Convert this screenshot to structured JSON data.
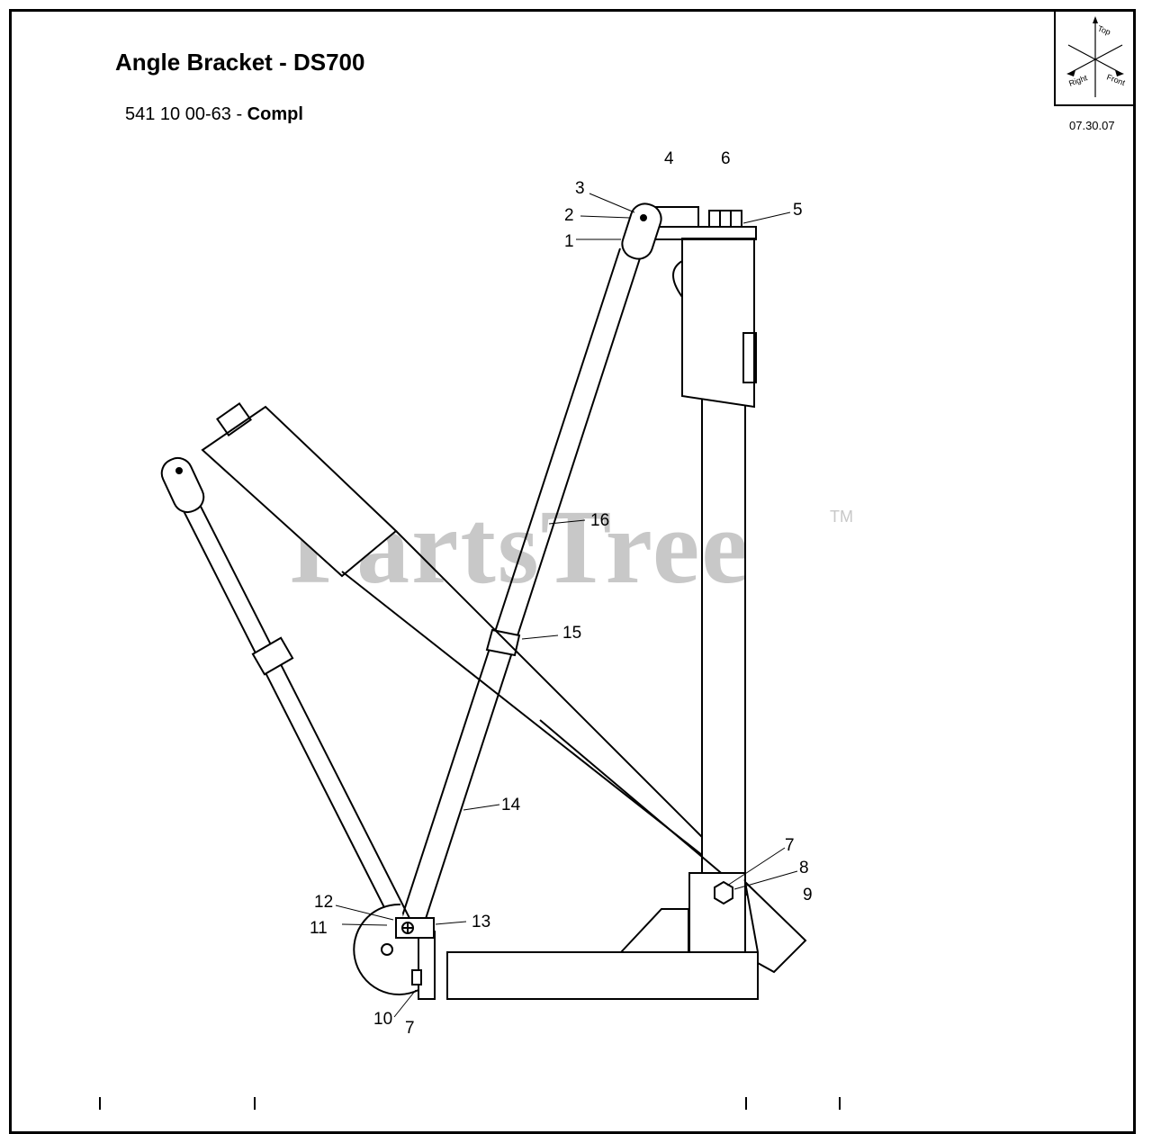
{
  "header": {
    "title": "Angle Bracket - DS700",
    "part_number": "541 10 00-63 - ",
    "part_suffix": "Compl",
    "date": "07.30.07"
  },
  "compass": {
    "top_label": "Top",
    "right_label": "Right",
    "front_label": "Front"
  },
  "watermark": {
    "text": "PartsTree",
    "tm": "TM"
  },
  "callouts": [
    "1",
    "2",
    "3",
    "4",
    "5",
    "6",
    "7",
    "8",
    "9",
    "10",
    "7",
    "11",
    "12",
    "13",
    "14",
    "15",
    "16"
  ]
}
